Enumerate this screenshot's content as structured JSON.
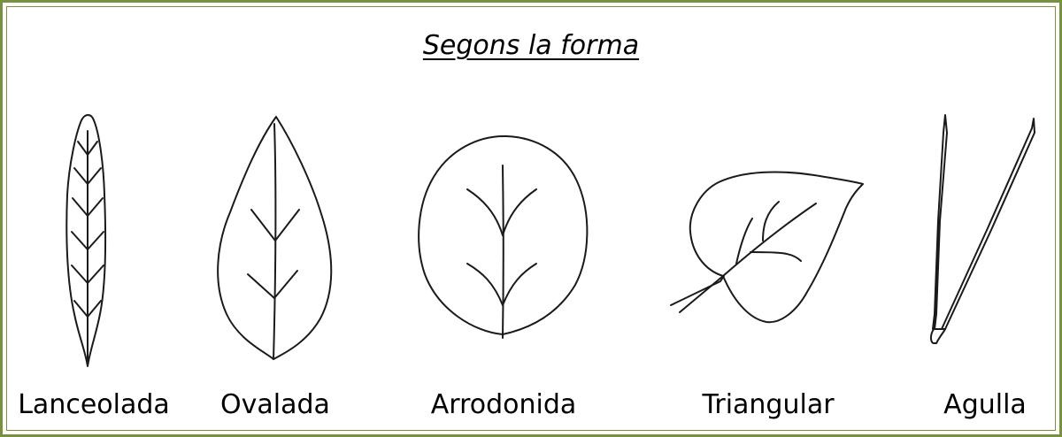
{
  "title": "Segons la forma",
  "colors": {
    "frame": "#76923c",
    "stroke": "#1a1a1a"
  },
  "leaves": [
    {
      "label": "Lanceolada",
      "icon": "lanceolate-leaf-icon"
    },
    {
      "label": "Ovalada",
      "icon": "oval-leaf-icon"
    },
    {
      "label": "Arrodonida",
      "icon": "rounded-leaf-icon"
    },
    {
      "label": "Triangular",
      "icon": "triangular-leaf-icon"
    },
    {
      "label": "Agulla",
      "icon": "needle-leaf-icon"
    }
  ]
}
